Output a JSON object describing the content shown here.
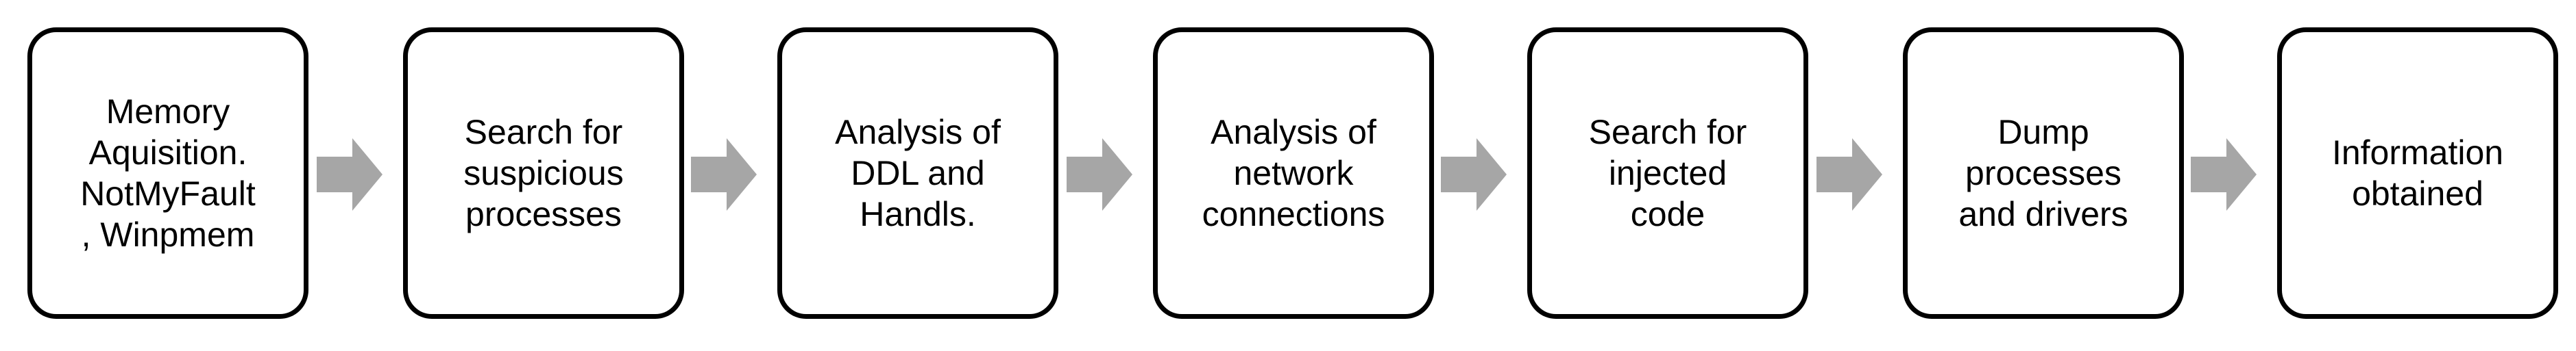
{
  "flow": {
    "steps": [
      {
        "label": "Memory\nAquisition.\nNotMyFault\n, Winpmem"
      },
      {
        "label": "Search for\nsuspicious\nprocesses"
      },
      {
        "label": "Analysis of\nDDL and\nHandls."
      },
      {
        "label": "Analysis of\nnetwork\nconnections"
      },
      {
        "label": "Search for\ninjected\ncode"
      },
      {
        "label": "Dump\nprocesses\nand drivers"
      },
      {
        "label": "Information\nobtained"
      }
    ],
    "colors": {
      "box_border": "#000000",
      "box_fill": "#ffffff",
      "arrow_fill": "#a6a6a6",
      "text": "#000000"
    },
    "icons": {
      "connector": "right-arrow-icon"
    }
  }
}
